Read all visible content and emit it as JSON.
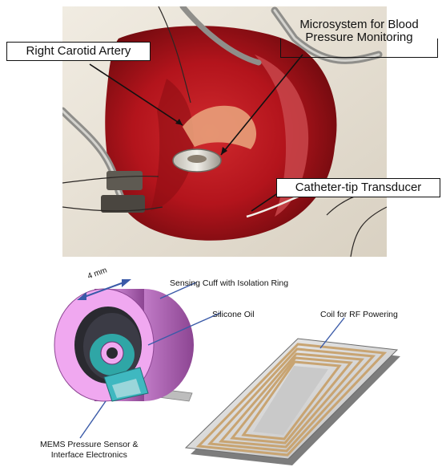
{
  "photo": {
    "callouts": {
      "artery": "Right Carotid Artery",
      "microsystem_line1": "Microsystem for Blood",
      "microsystem_line2": "Pressure Monitoring",
      "catheter": "Catheter-tip Transducer"
    },
    "colors": {
      "tissue": "#b3141c",
      "tissue_dark": "#7a0a10",
      "fur": "#e8e2d6",
      "metal": "#9a9a98"
    }
  },
  "diagram": {
    "labels": {
      "dimension": "4 mm",
      "cuff": "Sensing Cuff with Isolation Ring",
      "oil": "Silicone Oil",
      "coil": "Coil for RF Powering",
      "sensor_line1": "MEMS Pressure Sensor &",
      "sensor_line2": "Interface Electronics"
    },
    "colors": {
      "cuff_face": "#f0a8f0",
      "cuff_side": "#b467b8",
      "oil": "#2fa6a6",
      "board": "#dcdcdc",
      "coil": "#c8a472",
      "dimension_arrow": "#3a5aa8"
    }
  }
}
